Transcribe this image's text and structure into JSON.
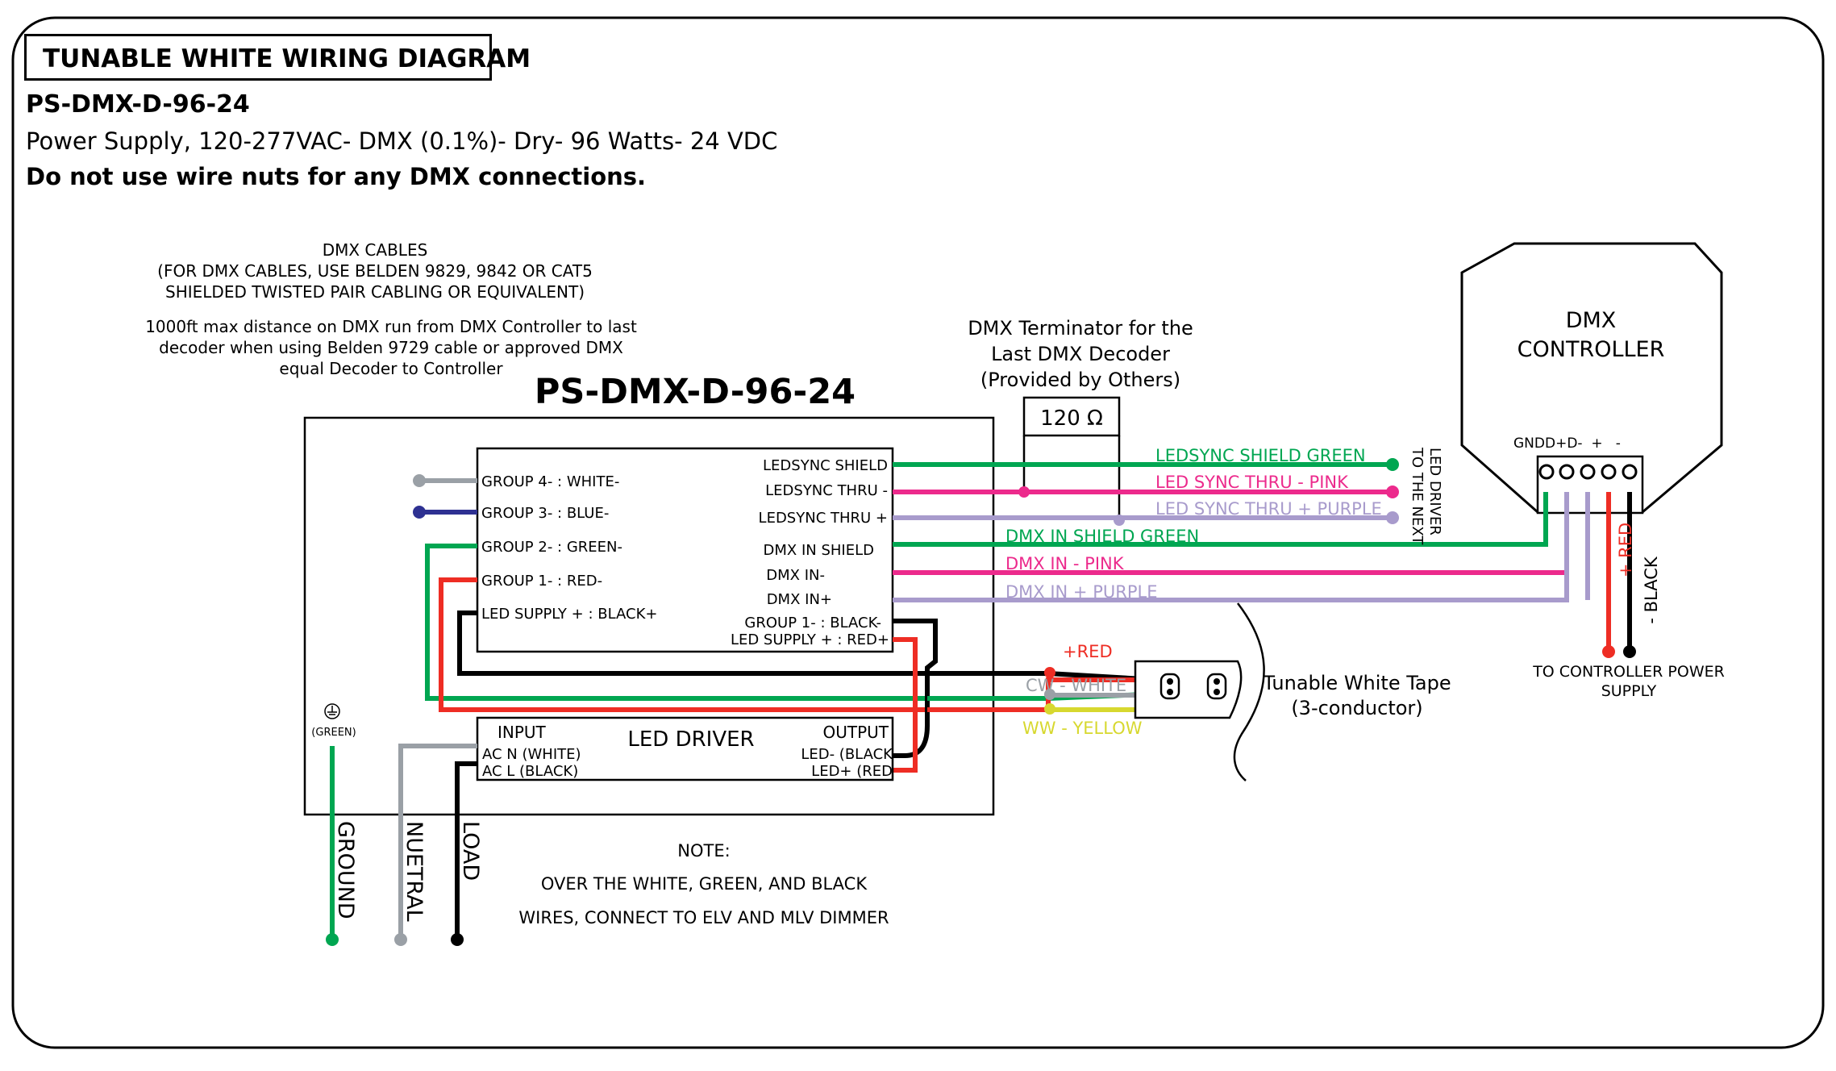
{
  "header": {
    "title": "TUNABLE WHITE WIRING DIAGRAM",
    "model": "PS-DMX-D-96-24",
    "description": "Power Supply, 120-277VAC- DMX (0.1%)- Dry- 96 Watts- 24 VDC",
    "warning": "Do not use wire nuts for any DMX connections."
  },
  "notes": {
    "cables_1": "DMX CABLES",
    "cables_2": "(FOR DMX CABLES, USE BELDEN 9829, 9842 OR CAT5",
    "cables_3": "SHIELDED TWISTED PAIR CABLING OR EQUIVALENT)",
    "distance_1": "1000ft max distance on DMX run from DMX Controller to last",
    "distance_2": "decoder when using Belden 9729 cable or approved DMX",
    "distance_3": "equal Decoder to Controller",
    "terminator_1": "DMX Terminator for the",
    "terminator_2": "Last DMX Decoder",
    "terminator_3": "(Provided by Others)",
    "bottom_1": "NOTE:",
    "bottom_2": "OVER THE WHITE, GREEN, AND BLACK",
    "bottom_3": "WIRES, CONNECT TO ELV AND MLV DIMMER"
  },
  "decoder": {
    "title": "PS-DMX-D-96-24",
    "left_terminals": [
      "GROUP 4- : WHITE-",
      "GROUP 3- : BLUE-",
      "GROUP 2- : GREEN-",
      "GROUP 1- : RED-",
      "LED SUPPLY + : BLACK+"
    ],
    "right_terminals": [
      "LEDSYNC SHIELD",
      "LEDSYNC THRU -",
      "LEDSYNC THRU +",
      "DMX IN SHIELD",
      "DMX IN-",
      "DMX IN+"
    ],
    "bottom_terminals": [
      "GROUP 1- : BLACK-",
      "LED SUPPLY + : RED+"
    ],
    "ground_symbol_label": "(GREEN)"
  },
  "driver": {
    "title": "LED DRIVER",
    "input_label": "INPUT",
    "input_terminals": [
      "AC N (WHITE)",
      "AC L (BLACK)"
    ],
    "output_label": "OUTPUT",
    "output_terminals": [
      "LED- (BLACK",
      "LED+ (RED"
    ]
  },
  "terminator": {
    "value": "120 Ω"
  },
  "wires": {
    "ledsync_shield": "LEDSYNC SHIELD GREEN",
    "ledsync_thru_minus": "LED SYNC THRU - PINK",
    "ledsync_thru_plus": "LED SYNC THRU + PURPLE",
    "dmx_shield": "DMX IN SHIELD GREEN",
    "dmx_minus": "DMX IN - PINK",
    "dmx_plus": "DMX IN + PURPLE",
    "next_driver_1": "TO THE NEXT",
    "next_driver_2": "LED DRIVER"
  },
  "tape": {
    "red": "+RED",
    "white": "CW - WHITE",
    "yellow": "WW - YELLOW",
    "label_1": "Tunable White Tape",
    "label_2": "(3-conductor)"
  },
  "controller": {
    "title_1": "DMX",
    "title_2": "CONTROLLER",
    "pins": "GNDD+D-  +   -",
    "red": "+ RED",
    "black": "- BLACK",
    "power_1": "TO CONTROLLER POWER",
    "power_2": "SUPPLY"
  },
  "mains": {
    "ground": "GROUND",
    "neutral": "NUETRAL",
    "load": "LOAD"
  },
  "colors": {
    "green": "#00a651",
    "pink": "#ec2a8c",
    "purple": "#a89bcc",
    "red": "#ee2d24",
    "gray": "#9aa0a6",
    "blue": "#2e3192",
    "yellow": "#d7d82f",
    "black": "#000000"
  }
}
